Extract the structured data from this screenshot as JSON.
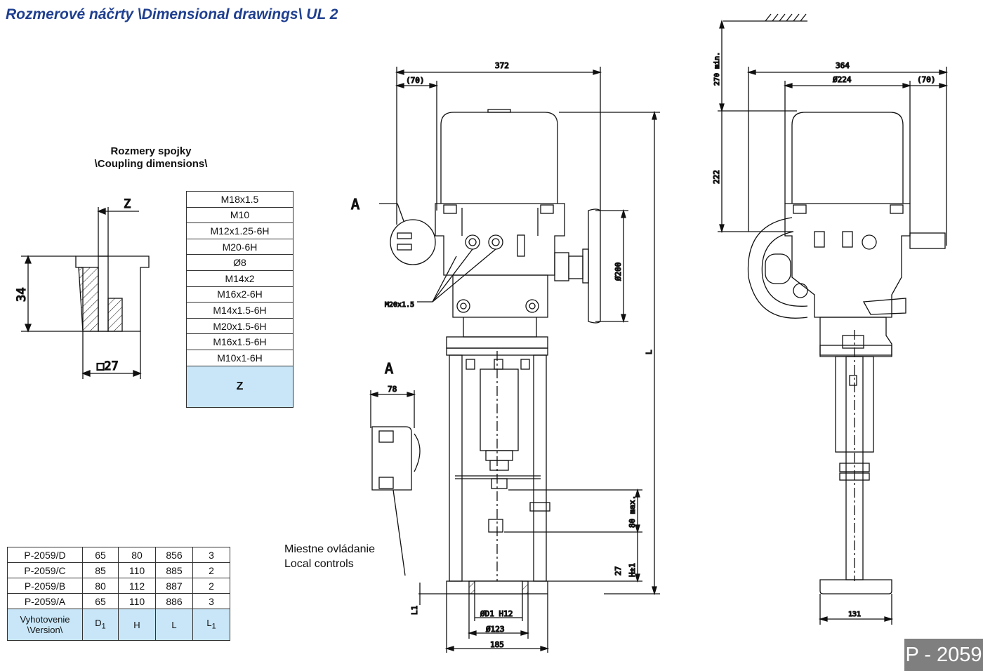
{
  "title": "Rozmerové náčrty \\Dimensional drawings\\ UL 2",
  "coupling_caption": {
    "line1": "Rozmery spojky",
    "line2": "\\Coupling dimensions\\"
  },
  "coupling_table": {
    "rows": [
      "M18x1.5",
      "M10",
      "M12x1.25-6H",
      "M20-6H",
      "Ø8",
      "M14x2",
      "M16x2-6H",
      "M14x1.5-6H",
      "M20x1.5-6H",
      "M16x1.5-6H",
      "M10x1-6H"
    ],
    "header": "Z"
  },
  "version_table": {
    "rows": [
      [
        "P-2059/D",
        "65",
        "80",
        "856",
        "3"
      ],
      [
        "P-2059/C",
        "85",
        "110",
        "885",
        "2"
      ],
      [
        "P-2059/B",
        "80",
        "112",
        "887",
        "2"
      ],
      [
        "P-2059/A",
        "65",
        "110",
        "886",
        "3"
      ]
    ],
    "header": {
      "version_line1": "Vyhotovenie",
      "version_line2": "\\Version\\",
      "d1": "D",
      "h": "H",
      "l": "L",
      "l1": "L",
      "sub1": "1"
    }
  },
  "local_controls": {
    "line1": "Miestne ovládanie",
    "line2": "Local controls"
  },
  "drawing_code": "P - 2059",
  "dims": {
    "z": "Z",
    "h34": "34",
    "sq27": "□27",
    "w372": "372",
    "w70a": "(70)",
    "a": "A",
    "m20": "M20x1.5",
    "d200": "Ø200",
    "l": "L",
    "a2": "A",
    "w78": "78",
    "max80": "80 max.",
    "h27": "27",
    "hpm": "H±1",
    "l1": "L1",
    "d1h12": "ØD1 H12",
    "d123": "Ø123",
    "w185": "185",
    "w364": "364",
    "d224": "Ø224",
    "w70b": "(70)",
    "min270": "270 min.",
    "h222": "222",
    "w131": "131"
  }
}
